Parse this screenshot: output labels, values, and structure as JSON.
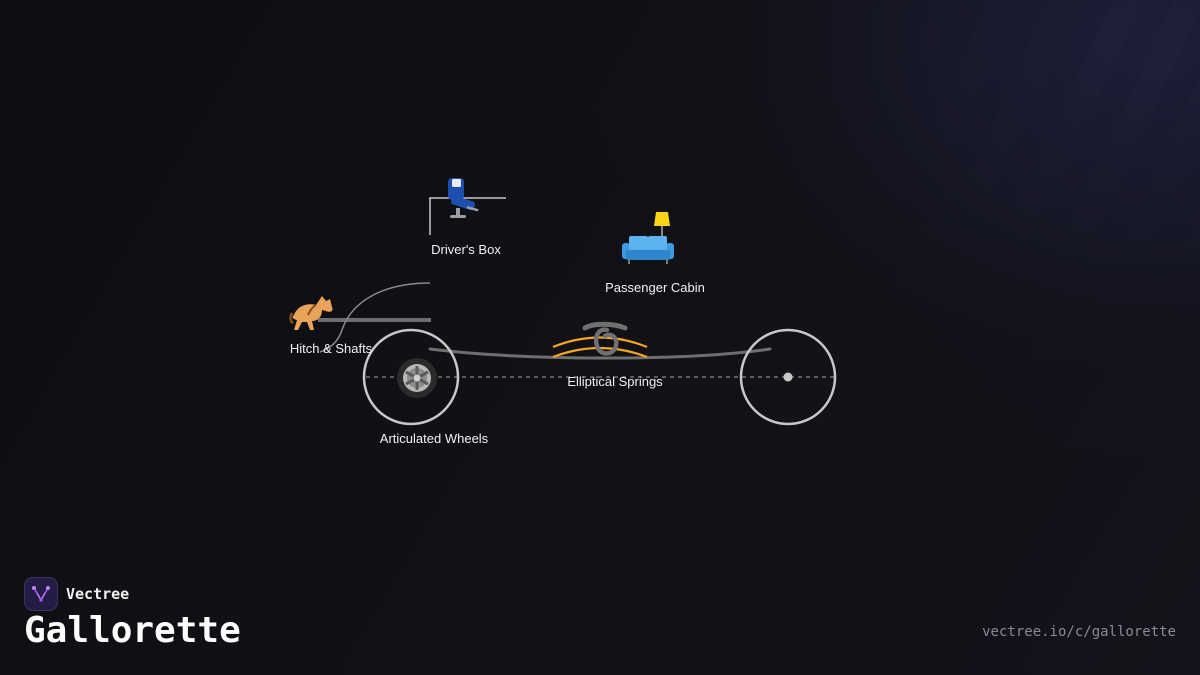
{
  "diagram": {
    "components": [
      {
        "id": "drivers-box",
        "label": "Driver's Box",
        "icon": "seat-icon",
        "glyph": "💺"
      },
      {
        "id": "passenger-cabin",
        "label": "Passenger Cabin",
        "icon": "couch-lamp-icon",
        "glyph": "🛋️"
      },
      {
        "id": "hitch-shafts",
        "label": "Hitch & Shafts",
        "icon": "horse-icon",
        "glyph": "🐎"
      },
      {
        "id": "elliptical-springs",
        "label": "Elliptical Springs",
        "icon": "spring-icon",
        "glyph": "➰"
      },
      {
        "id": "articulated-wheels",
        "label": "Articulated Wheels",
        "icon": "wheel-icon",
        "glyph": "🛞"
      }
    ],
    "colors": {
      "line": "#6e6e6e",
      "wheel_stroke": "#c8c8c8",
      "spring": "#f5a623",
      "axle_dash": "#8a8a8a"
    }
  },
  "brand": {
    "name": "Vectree",
    "title": "Gallorette",
    "url": "vectree.io/c/gallorette",
    "logo_icon": "vectree-logo-icon",
    "accent": "#a855f7"
  }
}
